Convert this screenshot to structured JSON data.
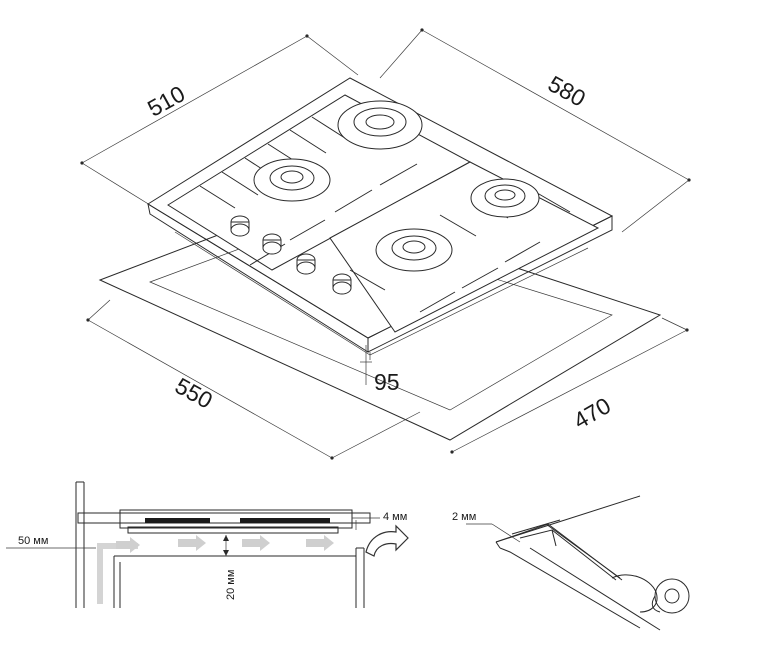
{
  "top_view": {
    "dim_width_outer": "510",
    "dim_depth_outer": "580",
    "dim_cutout_width": "550",
    "dim_cutout_depth": "470",
    "dim_height": "95"
  },
  "section_view": {
    "gap_label": "50 мм",
    "clearance_label": "20 мм",
    "offset_label": "4 мм"
  },
  "seal_detail": {
    "gap_label": "2 мм"
  },
  "colors": {
    "line": "#2a2a2a",
    "airflow_arrow": "#cfcfcf",
    "outline_arrow": "#333333"
  }
}
